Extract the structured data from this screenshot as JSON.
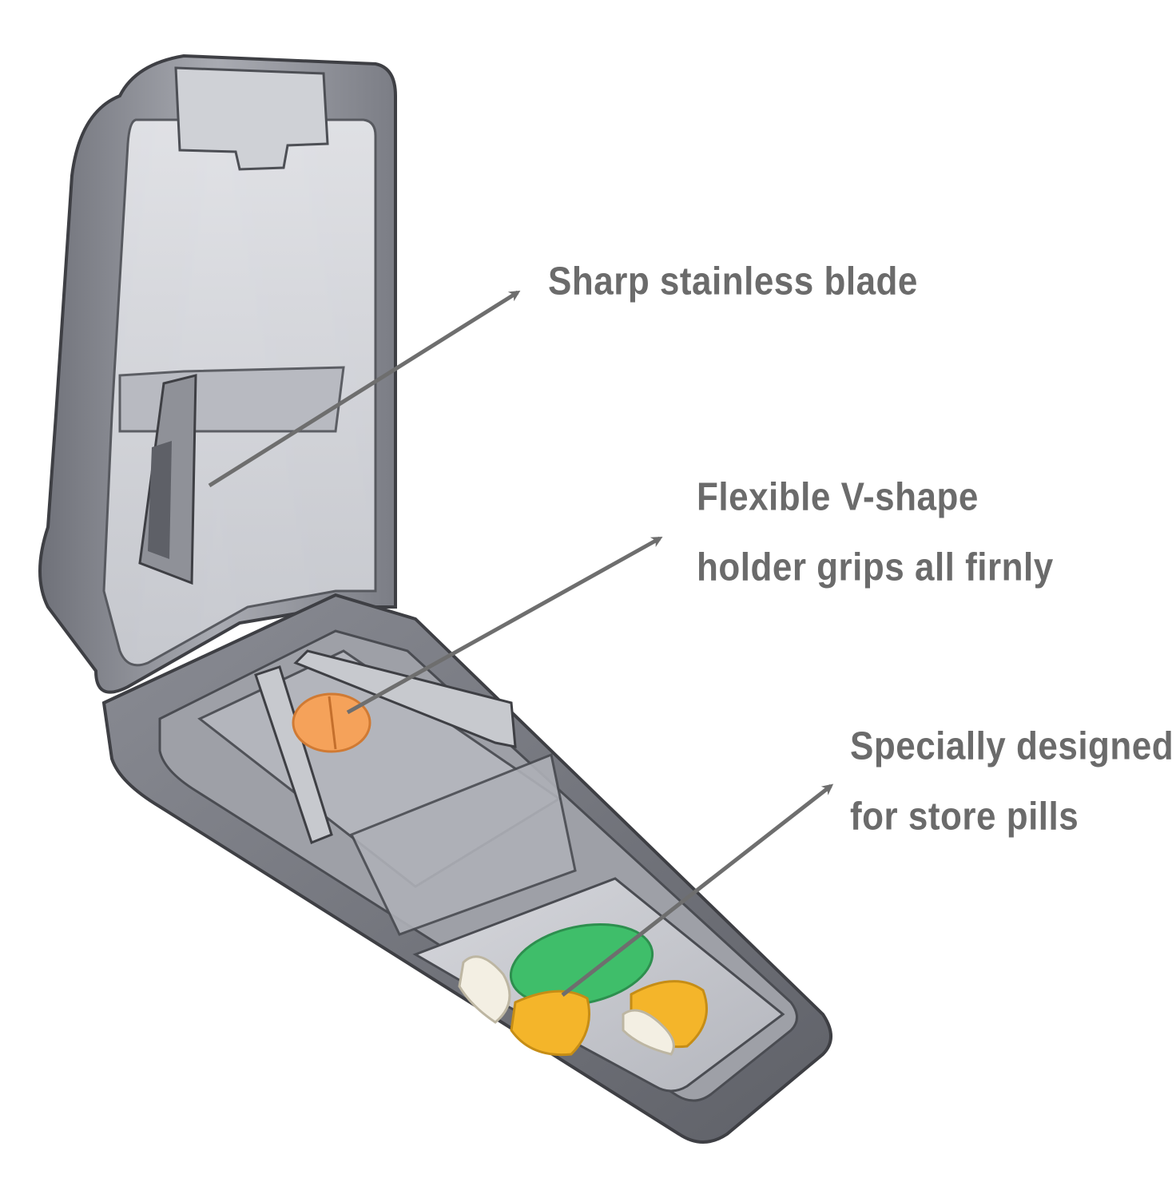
{
  "callouts": {
    "blade": "Sharp stainless blade",
    "holder": [
      "Flexible V-shape",
      "holder grips all firnly"
    ],
    "storage": [
      "Specially designed",
      "for store pills"
    ]
  },
  "colors": {
    "background": "#ffffff",
    "label_text": "#6b6b6b",
    "arrow": "#6e6e6e",
    "case_gray": "#7d7f87",
    "case_dark": "#3e3f44",
    "pill_orange": "#f5a25a",
    "pill_green": "#3fbe6a",
    "pill_yellow": "#f4b52a",
    "pill_white": "#f3efe3"
  },
  "product": {
    "pills_in_cutter": 1,
    "pills_in_tray": 5
  }
}
